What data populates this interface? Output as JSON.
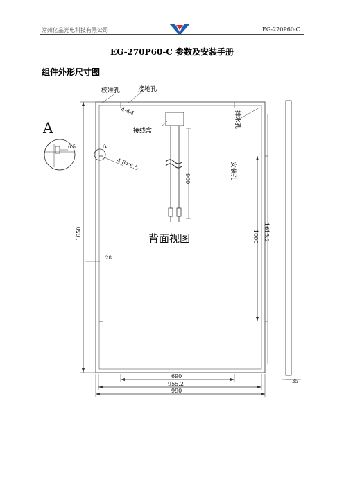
{
  "header": {
    "company": "常州亿晶光电科技有限公司",
    "model": "EG-270P60-C"
  },
  "title": "EG-270P60-C 参数及安装手册",
  "section_heading": "组件外形尺寸图",
  "drawing": {
    "callouts": {
      "calibration_hole": "校准孔",
      "ground_hole": "接地孔",
      "ground_hole_spec": "4-Φ4",
      "junction_box": "接线盒",
      "drain_hole": "排水孔",
      "mount_hole": "安装孔",
      "mount_hole_spec": "4-8×6.5",
      "detail_mark": "A",
      "detail_dim": "6.5",
      "view_label": "背面视图"
    },
    "dimensions": {
      "height": "1650",
      "cable": "900",
      "mount_spacing_v": "1000",
      "outer_v": "1615.2",
      "edge_offset": "28",
      "mount_spacing_h": "690",
      "outer_h": "955.2",
      "width": "990",
      "thickness": "35"
    }
  },
  "colors": {
    "line": "#333333",
    "header_text": "#6a6a6a",
    "logo_blue": "#1f5fb0",
    "logo_red": "#d42a2a"
  }
}
